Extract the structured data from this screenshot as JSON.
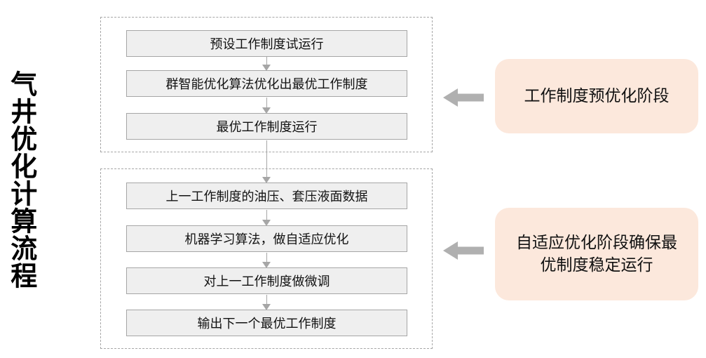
{
  "title": "气井优化计算流程",
  "flow": {
    "pre_stage_steps": [
      "预设工作制度试运行",
      "群智能优化算法优化出最优工作制度",
      "最优工作制度运行"
    ],
    "adaptive_stage_steps": [
      "上一工作制度的油压、套压液面数据",
      "机器学习算法，做自适应优化",
      "对上一工作制度做微调",
      "输出下一个最优工作制度"
    ]
  },
  "stages": [
    {
      "label": "工作制度预优化阶段"
    },
    {
      "label": "自适应优化阶段确保最优制度稳定运行"
    }
  ],
  "colors": {
    "step_box_fill": "#efefef",
    "step_box_border": "#a6a6a6",
    "dashed_group_border": "#a6a6a6",
    "stage_callout_fill": "#fce8dc",
    "block_arrow_gray": "#b0b0b0",
    "text": "#111111"
  }
}
